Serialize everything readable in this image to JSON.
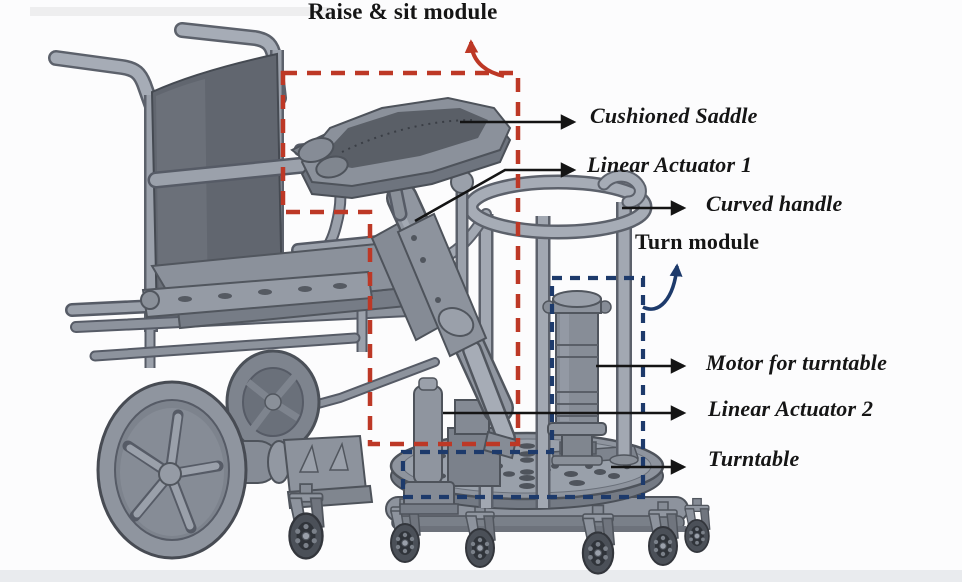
{
  "colors": {
    "background": "#fcfcfd",
    "raise_sit_module_outline": "#bd3826",
    "turn_module_outline": "#1d3a6b",
    "callout_line": "#141414",
    "render_gray": "#9096a0"
  },
  "modules": [
    {
      "name": "Raise & sit module",
      "outline_style": "dashed",
      "outline_color": "#bd3826"
    },
    {
      "name": "Turn module",
      "outline_style": "dashed",
      "outline_color": "#1d3a6b"
    }
  ],
  "labels": {
    "raise_sit_module": "Raise & sit module",
    "cushioned_saddle": "Cushioned Saddle",
    "linear_actuator_1": "Linear Actuator 1",
    "curved_handle": "Curved handle",
    "turn_module": "Turn module",
    "motor_for_turntable": "Motor for turntable",
    "linear_actuator_2": "Linear Actuator 2",
    "turntable": "Turntable"
  }
}
